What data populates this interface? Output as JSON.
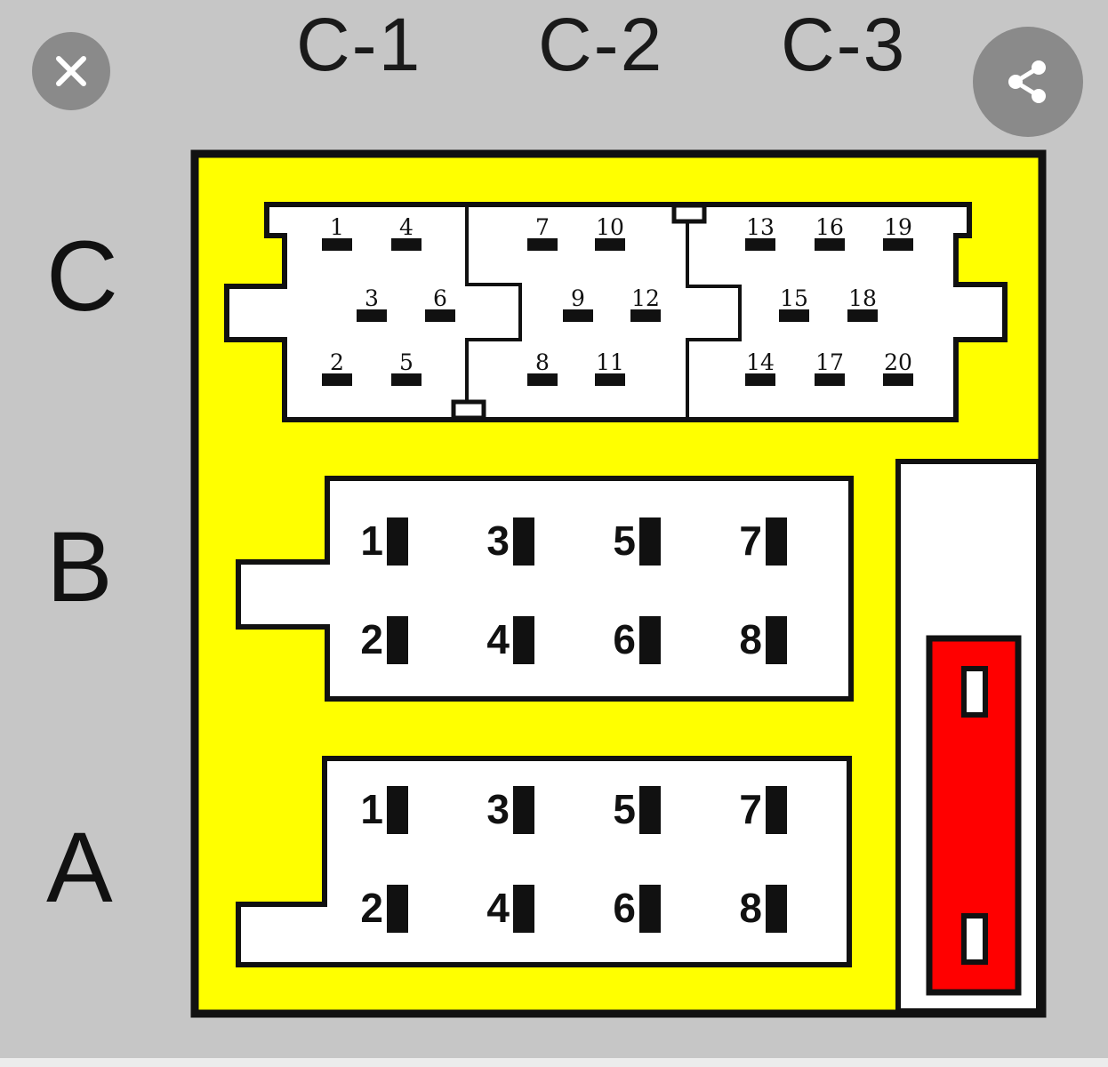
{
  "controls": {
    "close_icon": "close-icon",
    "share_icon": "share-icon"
  },
  "columns": [
    "C-1",
    "C-2",
    "C-3"
  ],
  "rows": [
    "C",
    "B",
    "A"
  ],
  "colors": {
    "housing": "#ffff00",
    "connector": "#ffffff",
    "fuse": "#ff0000",
    "outline": "#111111",
    "background": "#c6c6c6"
  },
  "connector_c": {
    "pins": [
      {
        "n": "1",
        "group": "C-1"
      },
      {
        "n": "4",
        "group": "C-1"
      },
      {
        "n": "3",
        "group": "C-1"
      },
      {
        "n": "6",
        "group": "C-1"
      },
      {
        "n": "2",
        "group": "C-1"
      },
      {
        "n": "5",
        "group": "C-1"
      },
      {
        "n": "7",
        "group": "C-2"
      },
      {
        "n": "10",
        "group": "C-2"
      },
      {
        "n": "9",
        "group": "C-2"
      },
      {
        "n": "12",
        "group": "C-2"
      },
      {
        "n": "8",
        "group": "C-2"
      },
      {
        "n": "11",
        "group": "C-2"
      },
      {
        "n": "13",
        "group": "C-3"
      },
      {
        "n": "16",
        "group": "C-3"
      },
      {
        "n": "19",
        "group": "C-3"
      },
      {
        "n": "15",
        "group": "C-3"
      },
      {
        "n": "18",
        "group": "C-3"
      },
      {
        "n": "14",
        "group": "C-3"
      },
      {
        "n": "17",
        "group": "C-3"
      },
      {
        "n": "20",
        "group": "C-3"
      }
    ]
  },
  "connector_b": {
    "pins": [
      "1",
      "3",
      "5",
      "7",
      "2",
      "4",
      "6",
      "8"
    ]
  },
  "connector_a": {
    "pins": [
      "1",
      "3",
      "5",
      "7",
      "2",
      "4",
      "6",
      "8"
    ]
  }
}
